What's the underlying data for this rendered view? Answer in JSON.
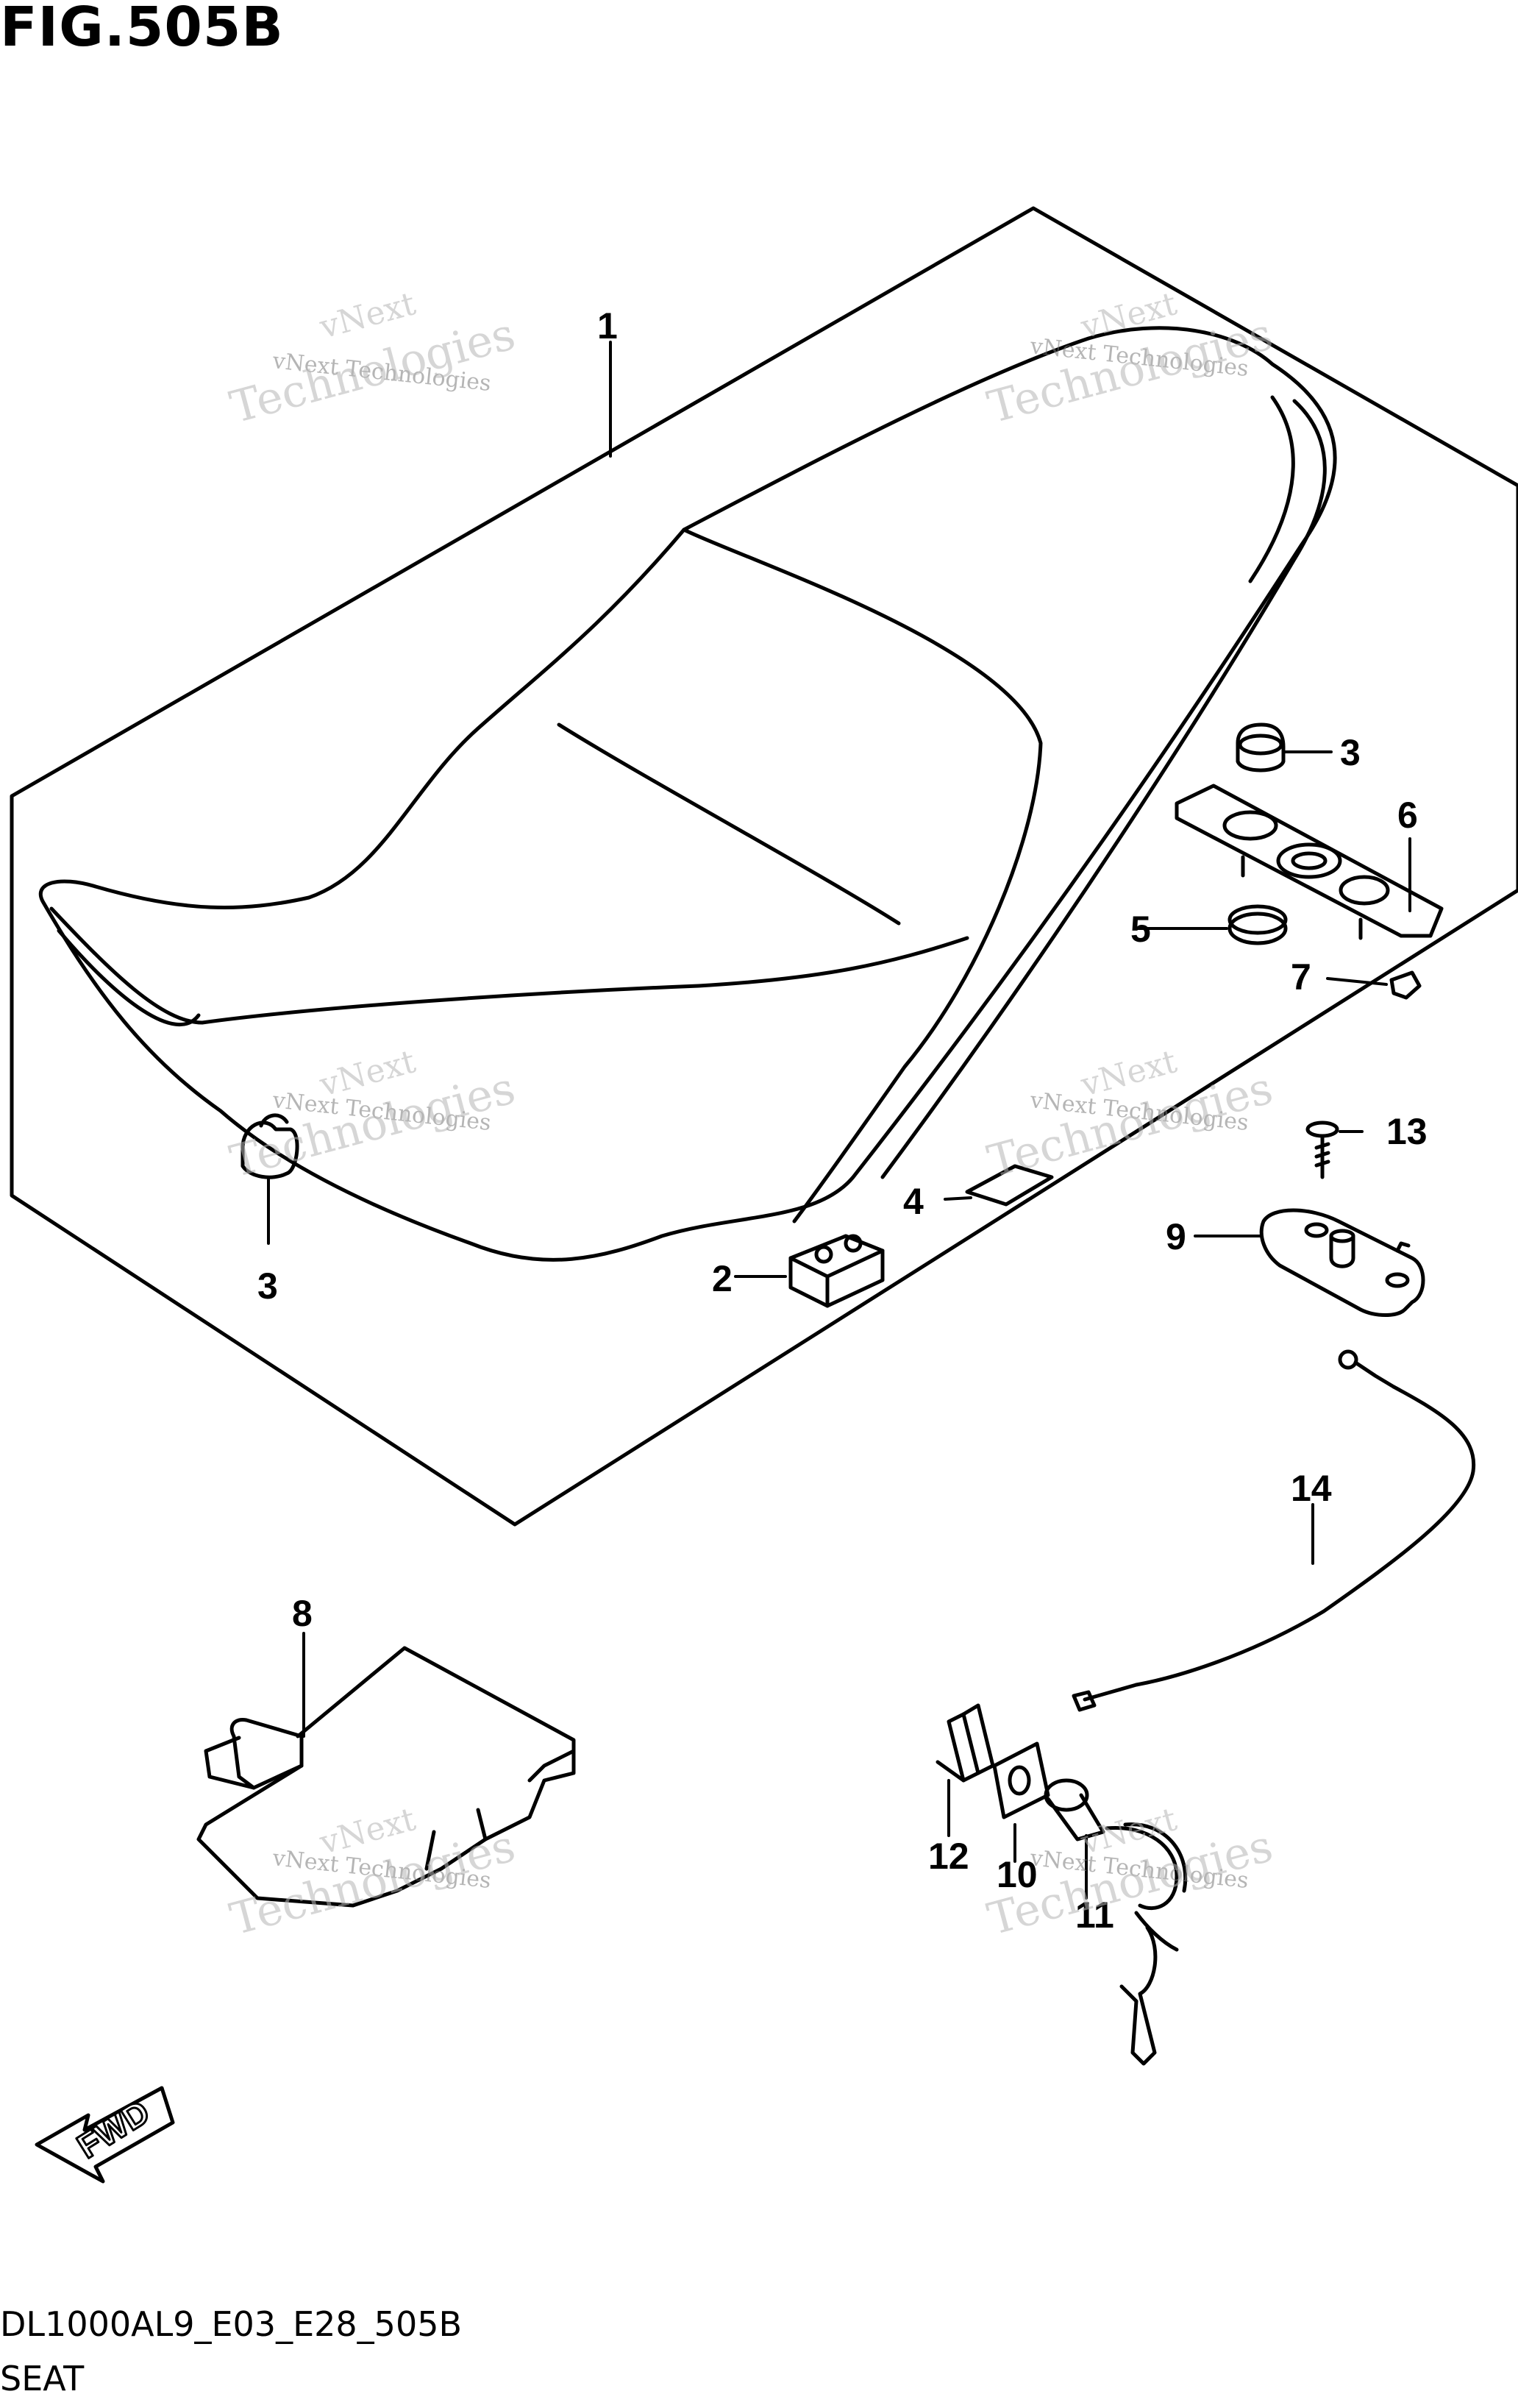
{
  "figure": {
    "title": "FIG.505B",
    "code": "DL1000AL9_E03_E28_505B",
    "name": "SEAT",
    "direction_label": "FWD"
  },
  "watermark": {
    "line1": "vNext",
    "line2": "vNext Technologies",
    "line3": "Technologies"
  },
  "callouts": [
    "1",
    "2",
    "3",
    "3",
    "4",
    "5",
    "6",
    "7",
    "8",
    "9",
    "10",
    "11",
    "12",
    "13",
    "14"
  ]
}
